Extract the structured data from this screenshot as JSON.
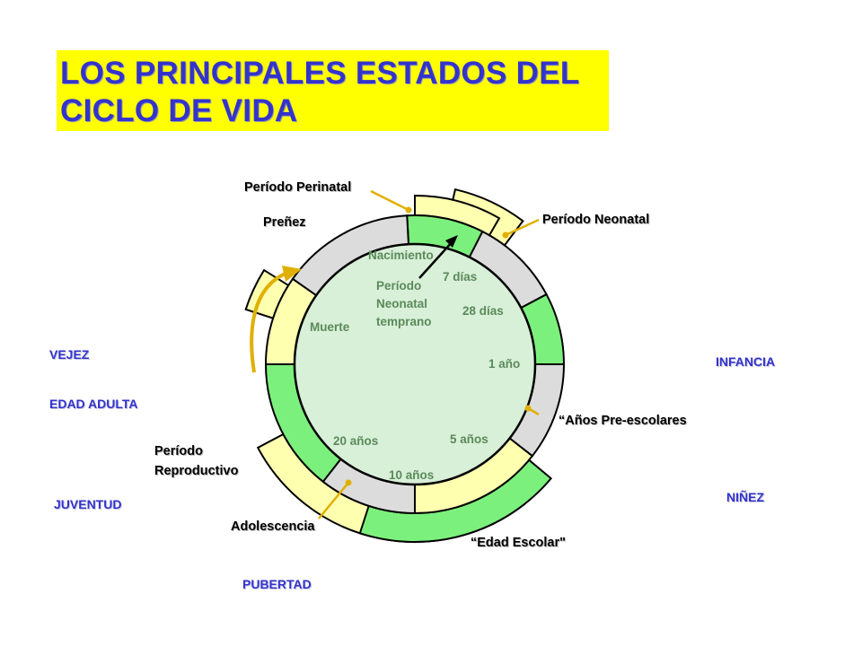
{
  "title": {
    "line1": "LOS PRINCIPALES ESTADOS DEL",
    "line2": "CICLO DE VIDA"
  },
  "stage_labels": {
    "perinatal": "Período Perinatal",
    "prenez": "Preñez",
    "neonatal": "Período Neonatal",
    "preescolares": "“Años Pre-escolares",
    "escolar": "“Edad Escolar\"",
    "adolescencia": "Adolescencia",
    "reproductivo_1": "Período",
    "reproductivo_2": "Reproductivo"
  },
  "life_stages": {
    "vejez": "VEJEZ",
    "edad_adulta": "EDAD ADULTA",
    "juventud": "JUVENTUD",
    "pubertad": "PUBERTAD",
    "infancia": "INFANCIA",
    "ninez": "NIÑEZ"
  },
  "inner_labels": {
    "nacimiento": "Nacimiento",
    "siete_dias": "7 días",
    "neonatal_temprano_1": "Período",
    "neonatal_temprano_2": "Neonatal",
    "neonatal_temprano_3": "temprano",
    "veintiocho_dias": "28 días",
    "muerte": "Muerte",
    "un_ano": "1 año",
    "cinco_anos": "5 años",
    "diez_anos": "10 años",
    "veinte_anos": "20 años"
  },
  "colors": {
    "title_bg": "#ffff00",
    "title_text": "#3333cc",
    "inner_circle": "#d8efd8",
    "ring_gray": "#dcdcdc",
    "ring_green": "#7cf07c",
    "ring_pale_yellow": "#ffffb0",
    "arrow_gold": "#e0b000",
    "stage_blue": "#3333cc"
  }
}
